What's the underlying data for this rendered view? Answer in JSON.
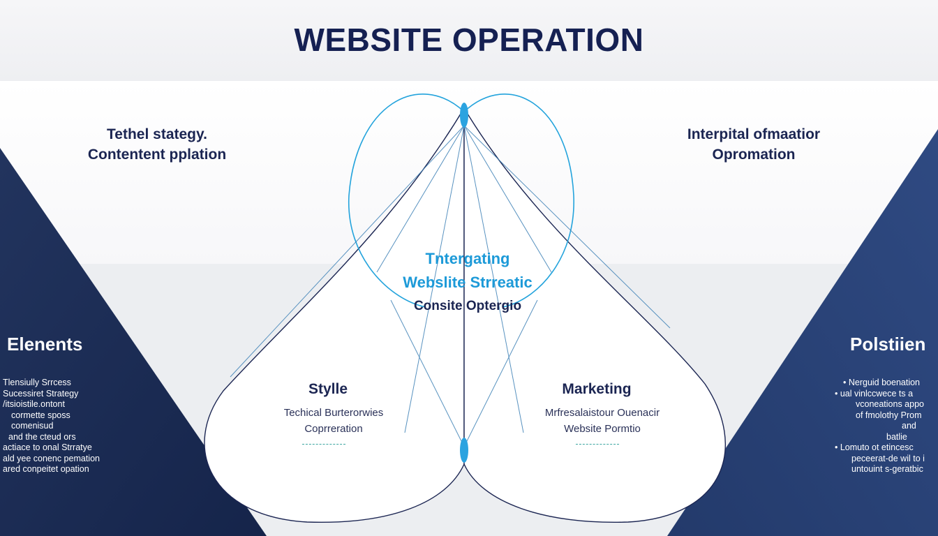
{
  "title": "WEBSITE OPERATION",
  "top_left": {
    "line1": "Tethel stategy.",
    "line2": "Contentent pplation"
  },
  "top_right": {
    "line1": "Interpital ofmaatior",
    "line2": "Opromation"
  },
  "center": {
    "line1": "Tntergating",
    "line2": "Webslite Strreatic",
    "line3": "Consite Optergio"
  },
  "left_lobe": {
    "heading": "Stylle",
    "line1": "Techical Burterorwies",
    "line2": "Coprreration"
  },
  "right_lobe": {
    "heading": "Marketing",
    "line1": "Mrfresalaistour Ouenacir",
    "line2": "Website Pormtio"
  },
  "left_side": {
    "heading": "Elenents",
    "lines": [
      "Tlensiully Srrcess",
      "Sucessiret Strategy",
      "/itsioistile.ontont",
      "cormette sposs",
      "comenisud",
      "and the cteud ors",
      "actiace to onal Strratye",
      "ald yee conenc pemation",
      "ared conpeitet opation"
    ]
  },
  "right_side": {
    "heading": "Polstiien",
    "lines": [
      "• Nerguid boenation",
      "• ual vinlccwece ts a",
      "vconeations appo",
      "of fmolothy Prom",
      "and",
      "batlie",
      "• Lomuto ot etincesc",
      "peceerat-de wil to i",
      "untouint s-geratbic"
    ]
  },
  "colors": {
    "title": "#152052",
    "accent_blue": "#1d9ad8",
    "navy_left": "#1a2b52",
    "navy_right": "#2a4277",
    "text_dark": "#1b2552"
  }
}
